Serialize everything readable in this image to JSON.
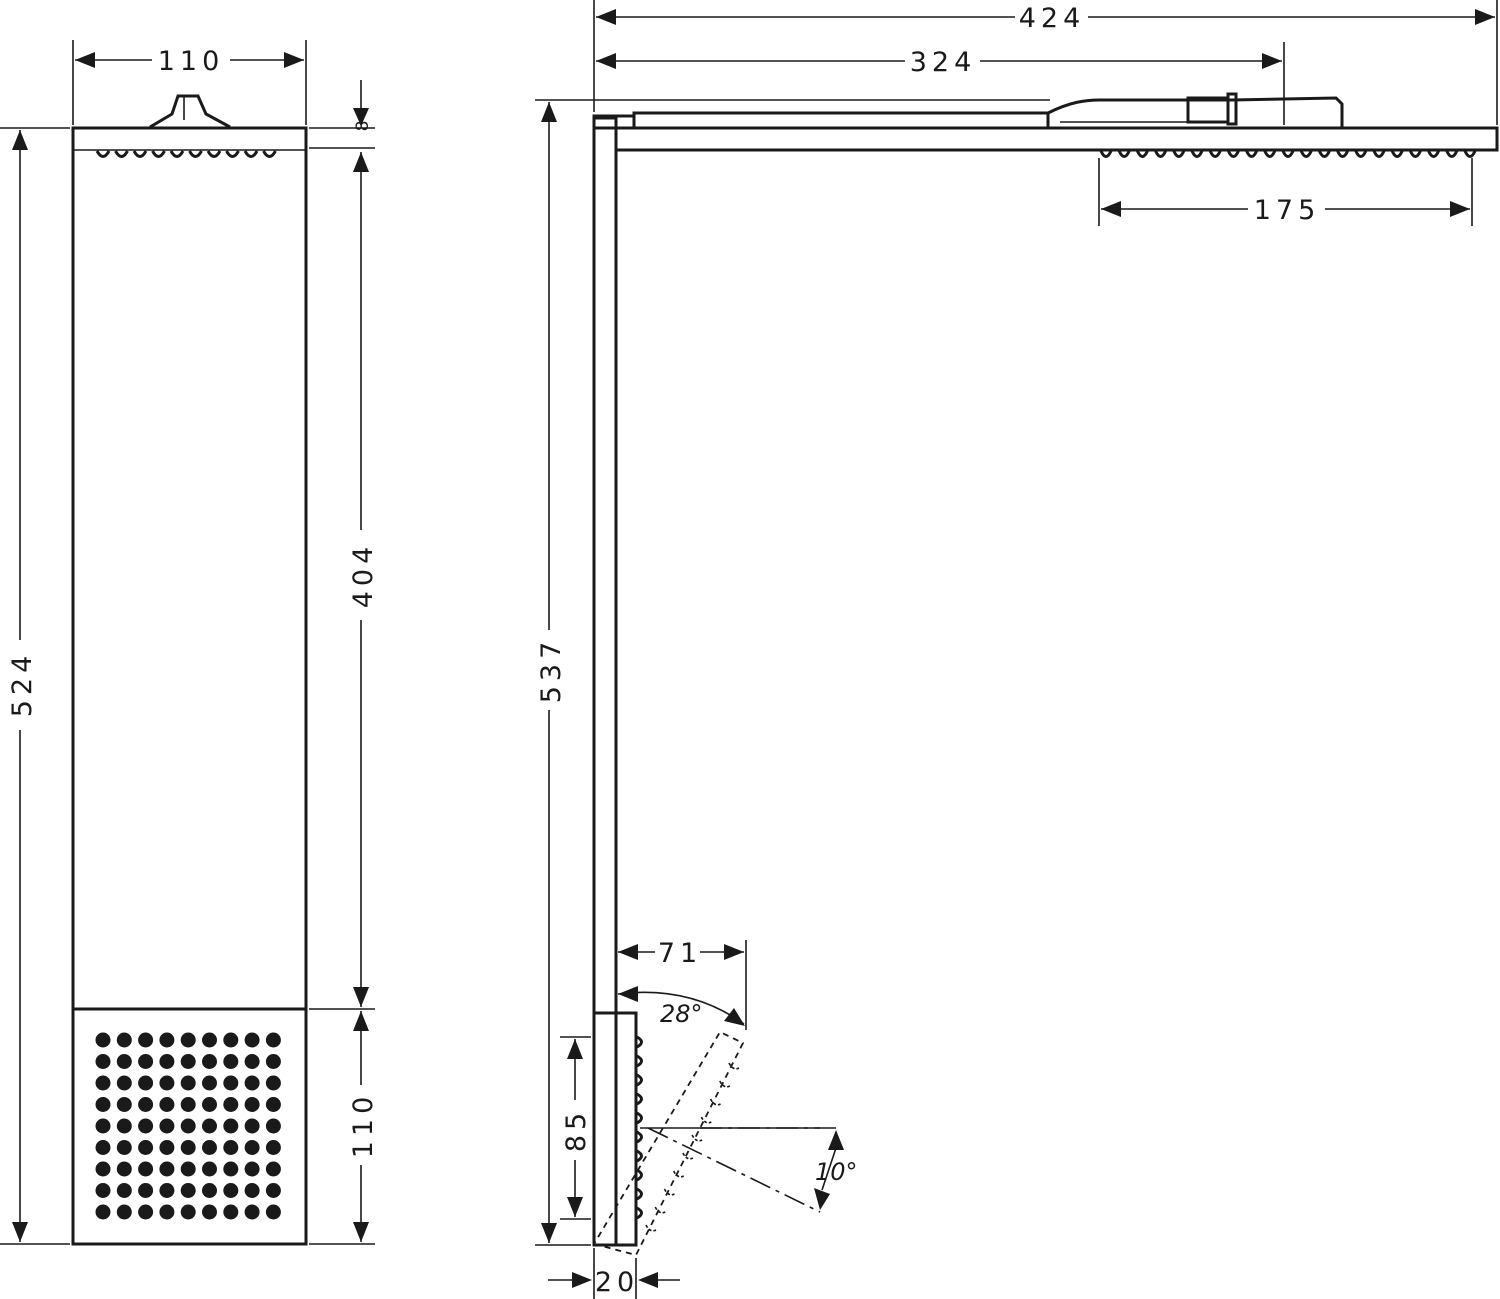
{
  "front_view": {
    "width_label": "110",
    "height_total_label": "524",
    "arm_height_label": "404",
    "panel_height_label": "110",
    "top_gap_label": "8"
  },
  "side_view": {
    "total_depth_label": "424",
    "arm_depth_label": "324",
    "head_width_label": "175",
    "height_label": "537",
    "handshower_offset_label": "71",
    "tilt_angle_label": "28°",
    "spray_angle_label": "10°",
    "handshower_height_label": "85",
    "wall_depth_label": "20"
  }
}
